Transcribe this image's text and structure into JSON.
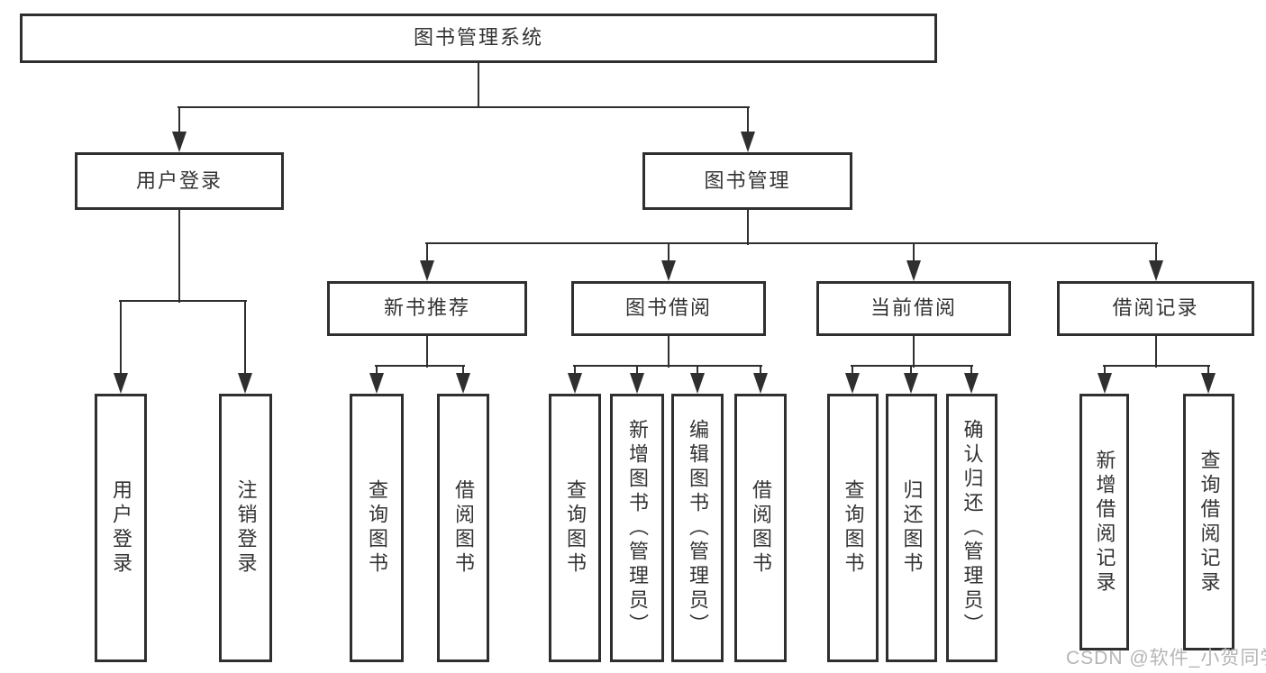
{
  "diagram": {
    "title": "图书管理系统",
    "level2": [
      {
        "label": "用户登录"
      },
      {
        "label": "图书管理"
      }
    ],
    "level3": [
      {
        "label": "新书推荐"
      },
      {
        "label": "图书借阅"
      },
      {
        "label": "当前借阅"
      },
      {
        "label": "借阅记录"
      }
    ],
    "leaves": {
      "user": [
        "用户登录",
        "注销登录"
      ],
      "recommend": [
        "查询图书",
        "借阅图书"
      ],
      "borrow": [
        "查询图书",
        "新增图书（管理员）",
        "编辑图书（管理员）",
        "借阅图书"
      ],
      "current": [
        "查询图书",
        "归还图书",
        "确认归还（管理员）"
      ],
      "records": [
        "新增借阅记录",
        "查询借阅记录"
      ]
    }
  },
  "watermark": "CSDN @软件_小贺同学",
  "colors": {
    "line": "#2f2f2f",
    "text": "#333333",
    "watermark": "#b5b5b5",
    "background": "#ffffff"
  }
}
